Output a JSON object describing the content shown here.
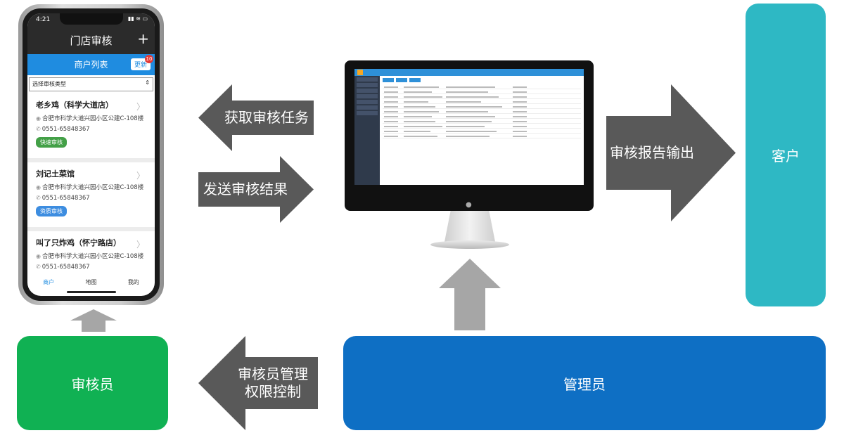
{
  "phone": {
    "time": "4:21",
    "status_icons": "▮▮ ≋ ▭",
    "title": "门店审核",
    "plus": "+",
    "list_title": "商户列表",
    "update_button": "更新",
    "update_badge": "10",
    "select_label": "选择审核类型",
    "cards": [
      {
        "name": "老乡鸡（科学大道店）",
        "address": "合肥市科学大道兴园小区公建C-108楼",
        "phone": "0551-65848367",
        "tag": "快速审核",
        "tag_color": "#43a047"
      },
      {
        "name": "刘记土菜馆",
        "address": "合肥市科学大道兴园小区公建C-108楼",
        "phone": "0551-65848367",
        "tag": "资质审核",
        "tag_color": "#3d8de0"
      },
      {
        "name": "叫了只炸鸡（怀宁路店）",
        "address": "合肥市科学大道兴园小区公建C-108楼",
        "phone": "0551-65848367"
      }
    ],
    "tabs": [
      "商户",
      "地图",
      "我的"
    ]
  },
  "arrows": {
    "get_tasks": "获取审核任务",
    "send_results": "发送审核结果",
    "report_output": "审核报告输出",
    "admin_manage": [
      "审核员管理",
      "权限控制"
    ]
  },
  "boxes": {
    "customer": "客户",
    "auditor": "审核员",
    "admin": "管理员"
  },
  "colors": {
    "arrow_dark": "#595959",
    "arrow_light": "#a6a6a6",
    "customer": "#2eb8c4",
    "auditor": "#10b153",
    "admin": "#0e6fc4"
  }
}
